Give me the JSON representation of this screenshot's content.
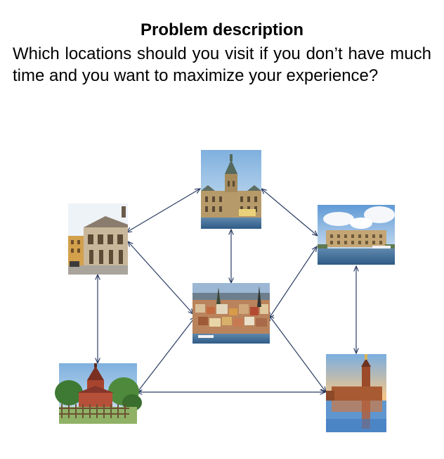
{
  "header": {
    "title": "Problem description",
    "description": "Which locations should you visit if you don’t have much time and you want to maximize your experience?"
  },
  "diagram": {
    "nodes": [
      {
        "id": "top-museum",
        "icon": "nordic-museum-photo"
      },
      {
        "id": "left-square",
        "icon": "old-town-square-photo"
      },
      {
        "id": "right-palace",
        "icon": "royal-palace-photo"
      },
      {
        "id": "center-oldtown",
        "icon": "gamla-stan-aerial-photo"
      },
      {
        "id": "bottom-left-skansen",
        "icon": "wooden-church-photo"
      },
      {
        "id": "bottom-right-cityhall",
        "icon": "city-hall-tower-photo"
      }
    ],
    "edges": [
      {
        "from": "top-museum",
        "to": "left-square",
        "directed": "both"
      },
      {
        "from": "top-museum",
        "to": "right-palace",
        "directed": "both"
      },
      {
        "from": "top-museum",
        "to": "center-oldtown",
        "directed": "both"
      },
      {
        "from": "left-square",
        "to": "center-oldtown",
        "directed": "both"
      },
      {
        "from": "left-square",
        "to": "bottom-left-skansen",
        "directed": "both"
      },
      {
        "from": "right-palace",
        "to": "center-oldtown",
        "directed": "both"
      },
      {
        "from": "right-palace",
        "to": "bottom-right-cityhall",
        "directed": "both"
      },
      {
        "from": "center-oldtown",
        "to": "bottom-left-skansen",
        "directed": "both"
      },
      {
        "from": "center-oldtown",
        "to": "bottom-right-cityhall",
        "directed": "both"
      },
      {
        "from": "bottom-left-skansen",
        "to": "bottom-right-cityhall",
        "directed": "both"
      }
    ],
    "colors": {
      "edge": "#2c3d63",
      "sky": "#9cc4e6",
      "water": "#3f6f9a"
    }
  }
}
